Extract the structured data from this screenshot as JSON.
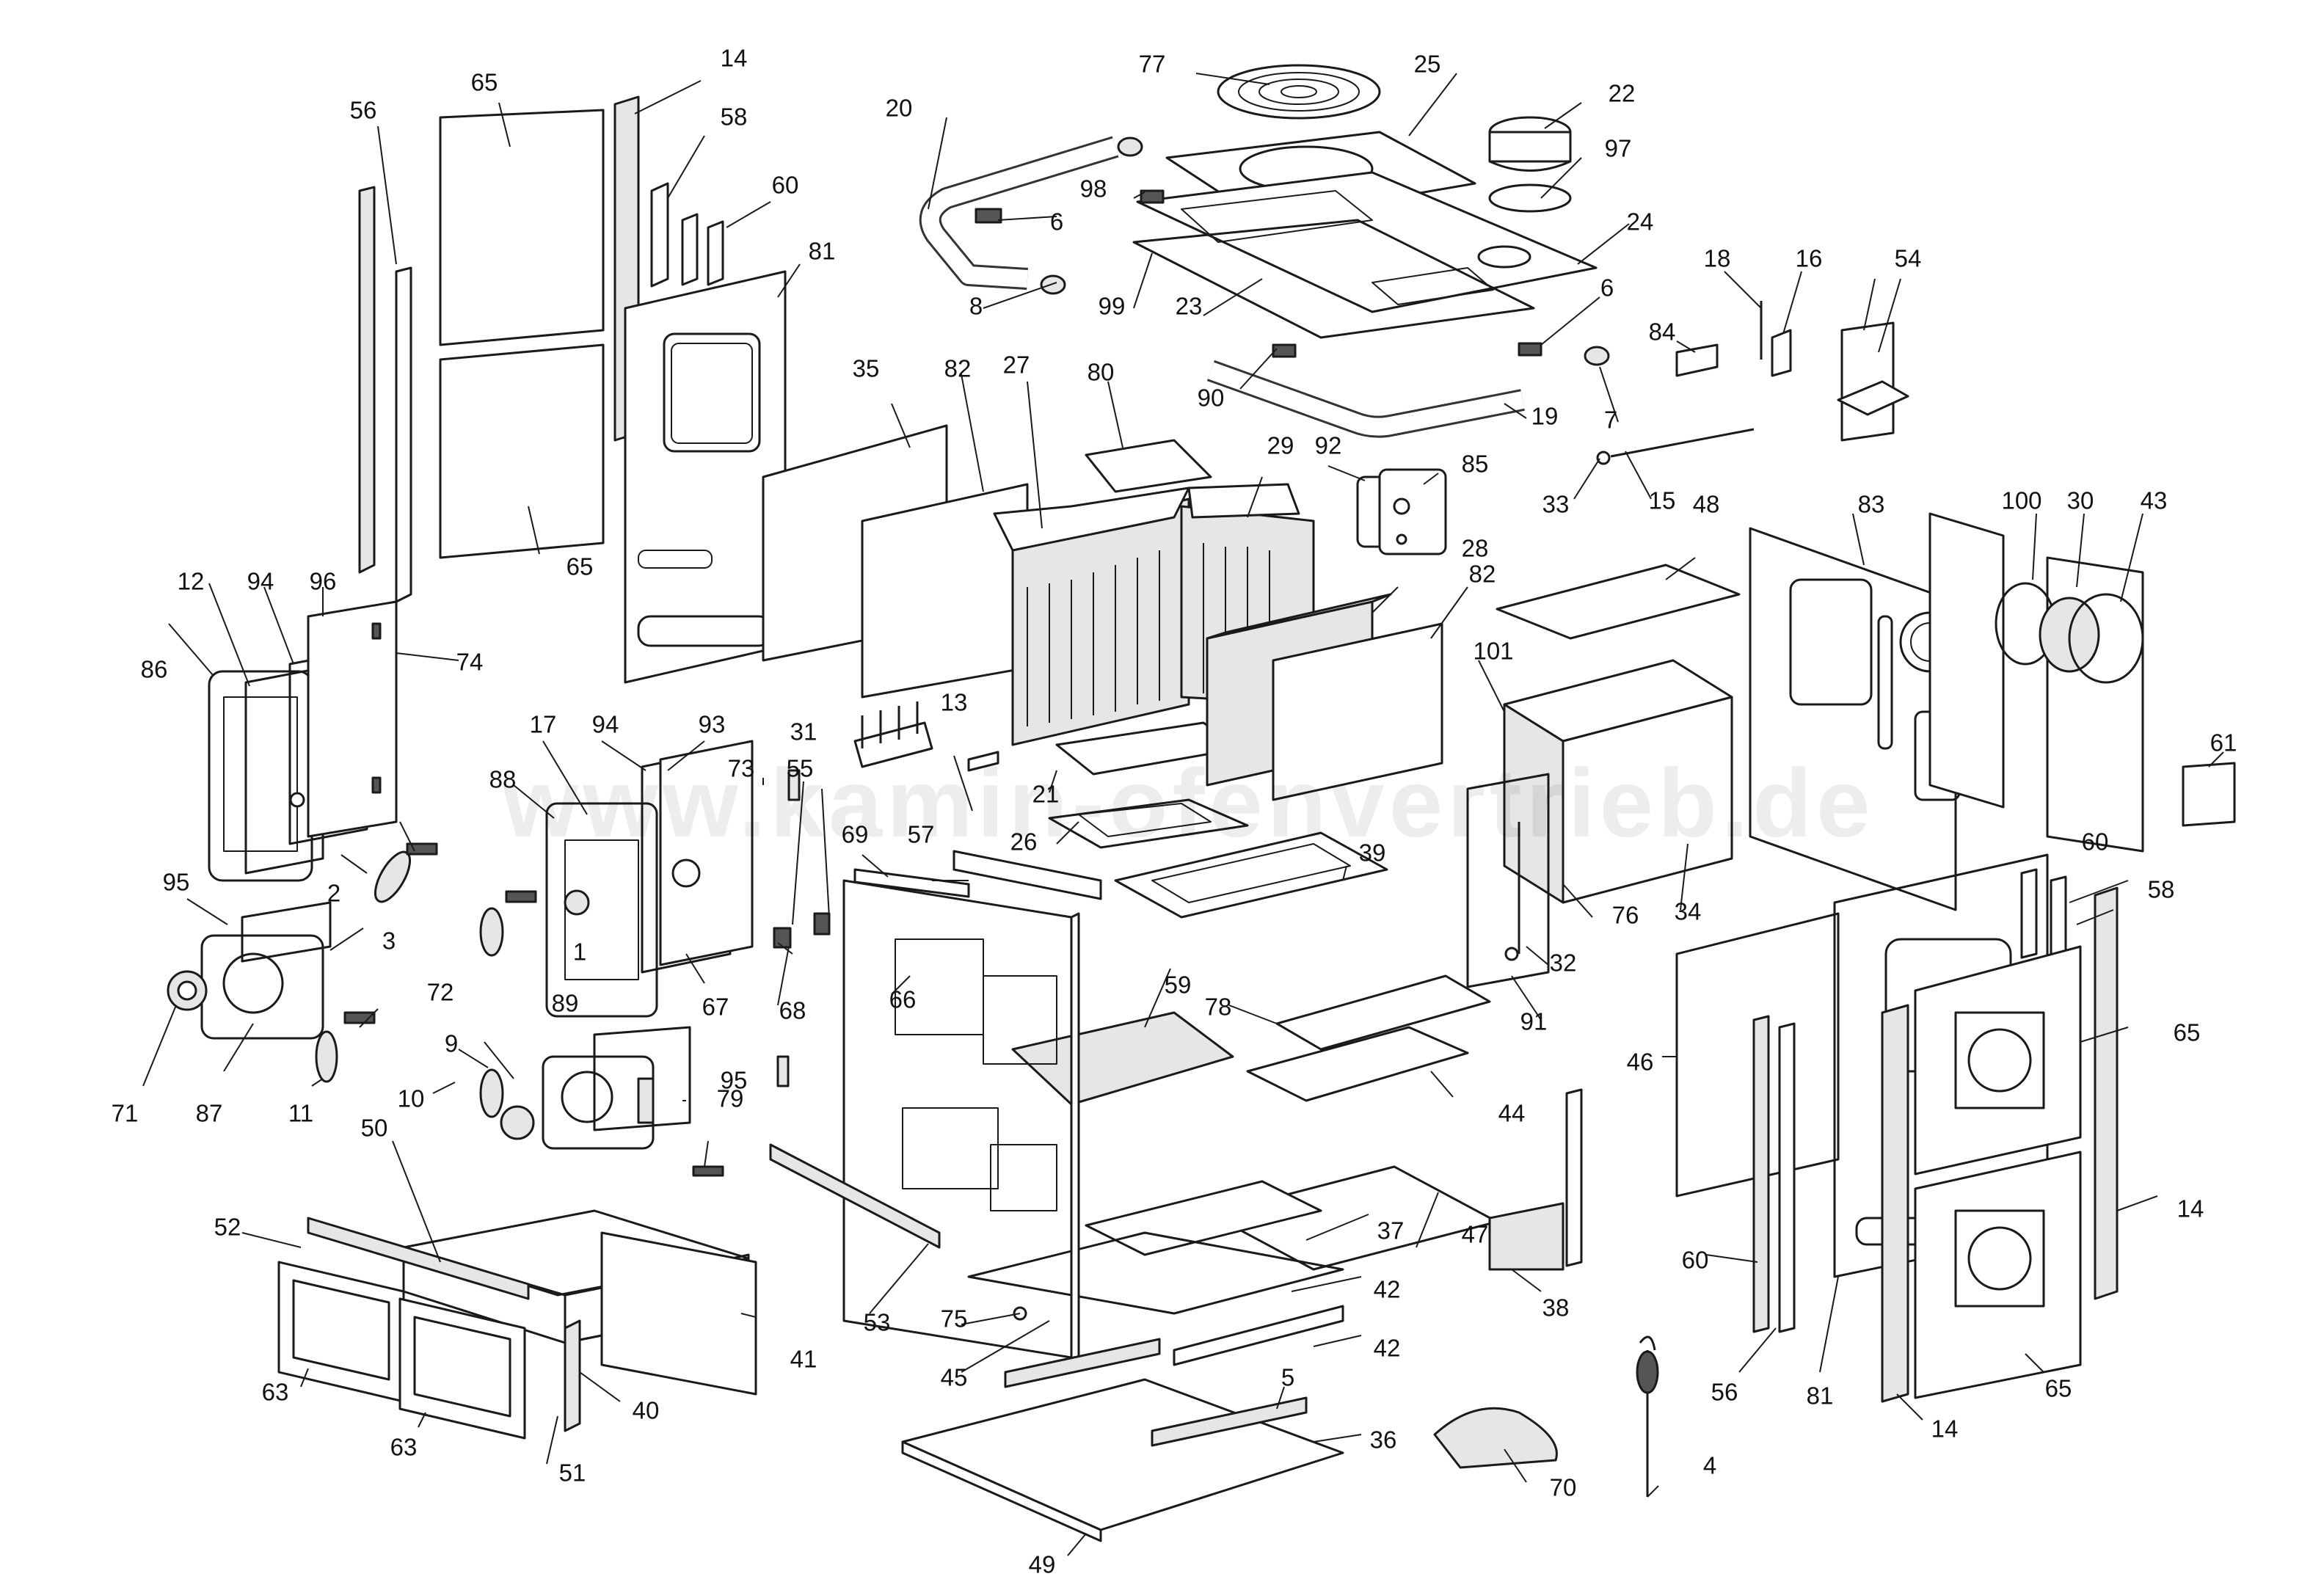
{
  "watermark": "www.kamin-ofenvertrieb.de",
  "parts": [
    {
      "id": "p1",
      "label": "1"
    },
    {
      "id": "p2",
      "label": "2"
    },
    {
      "id": "p3",
      "label": "3"
    },
    {
      "id": "p4",
      "label": "4"
    },
    {
      "id": "p5",
      "label": "5"
    },
    {
      "id": "p6a",
      "label": "6"
    },
    {
      "id": "p6b",
      "label": "6"
    },
    {
      "id": "p7",
      "label": "7"
    },
    {
      "id": "p8",
      "label": "8"
    },
    {
      "id": "p9",
      "label": "9"
    },
    {
      "id": "p10",
      "label": "10"
    },
    {
      "id": "p11",
      "label": "11"
    },
    {
      "id": "p12",
      "label": "12"
    },
    {
      "id": "p13",
      "label": "13"
    },
    {
      "id": "p14a",
      "label": "14"
    },
    {
      "id": "p14b",
      "label": "14"
    },
    {
      "id": "p14c",
      "label": "14"
    },
    {
      "id": "p15",
      "label": "15"
    },
    {
      "id": "p16",
      "label": "16"
    },
    {
      "id": "p17",
      "label": "17"
    },
    {
      "id": "p18",
      "label": "18"
    },
    {
      "id": "p19",
      "label": "19"
    },
    {
      "id": "p20",
      "label": "20"
    },
    {
      "id": "p21",
      "label": "21"
    },
    {
      "id": "p22",
      "label": "22"
    },
    {
      "id": "p23",
      "label": "23"
    },
    {
      "id": "p24",
      "label": "24"
    },
    {
      "id": "p25",
      "label": "25"
    },
    {
      "id": "p26",
      "label": "26"
    },
    {
      "id": "p27",
      "label": "27"
    },
    {
      "id": "p28",
      "label": "28"
    },
    {
      "id": "p29",
      "label": "29"
    },
    {
      "id": "p30",
      "label": "30"
    },
    {
      "id": "p31",
      "label": "31"
    },
    {
      "id": "p32",
      "label": "32"
    },
    {
      "id": "p33",
      "label": "33"
    },
    {
      "id": "p34",
      "label": "34"
    },
    {
      "id": "p35",
      "label": "35"
    },
    {
      "id": "p36",
      "label": "36"
    },
    {
      "id": "p37",
      "label": "37"
    },
    {
      "id": "p38",
      "label": "38"
    },
    {
      "id": "p39",
      "label": "39"
    },
    {
      "id": "p40",
      "label": "40"
    },
    {
      "id": "p41",
      "label": "41"
    },
    {
      "id": "p42a",
      "label": "42"
    },
    {
      "id": "p42b",
      "label": "42"
    },
    {
      "id": "p43",
      "label": "43"
    },
    {
      "id": "p44",
      "label": "44"
    },
    {
      "id": "p45",
      "label": "45"
    },
    {
      "id": "p46",
      "label": "46"
    },
    {
      "id": "p47",
      "label": "47"
    },
    {
      "id": "p48",
      "label": "48"
    },
    {
      "id": "p49",
      "label": "49"
    },
    {
      "id": "p50",
      "label": "50"
    },
    {
      "id": "p51",
      "label": "51"
    },
    {
      "id": "p52",
      "label": "52"
    },
    {
      "id": "p53",
      "label": "53"
    },
    {
      "id": "p54",
      "label": "54"
    },
    {
      "id": "p55",
      "label": "55"
    },
    {
      "id": "p56a",
      "label": "56"
    },
    {
      "id": "p56b",
      "label": "56"
    },
    {
      "id": "p57",
      "label": "57"
    },
    {
      "id": "p58a",
      "label": "58"
    },
    {
      "id": "p58b",
      "label": "58"
    },
    {
      "id": "p59",
      "label": "59"
    },
    {
      "id": "p60a",
      "label": "60"
    },
    {
      "id": "p60b",
      "label": "60"
    },
    {
      "id": "p60c",
      "label": "60"
    },
    {
      "id": "p61",
      "label": "61"
    },
    {
      "id": "p63a",
      "label": "63"
    },
    {
      "id": "p63b",
      "label": "63"
    },
    {
      "id": "p65a",
      "label": "65"
    },
    {
      "id": "p65b",
      "label": "65"
    },
    {
      "id": "p65c",
      "label": "65"
    },
    {
      "id": "p65d",
      "label": "65"
    },
    {
      "id": "p66",
      "label": "66"
    },
    {
      "id": "p67",
      "label": "67"
    },
    {
      "id": "p68",
      "label": "68"
    },
    {
      "id": "p69",
      "label": "69"
    },
    {
      "id": "p70",
      "label": "70"
    },
    {
      "id": "p71",
      "label": "71"
    },
    {
      "id": "p72",
      "label": "72"
    },
    {
      "id": "p73",
      "label": "73"
    },
    {
      "id": "p74",
      "label": "74"
    },
    {
      "id": "p75",
      "label": "75"
    },
    {
      "id": "p76",
      "label": "76"
    },
    {
      "id": "p77",
      "label": "77"
    },
    {
      "id": "p78",
      "label": "78"
    },
    {
      "id": "p79",
      "label": "79"
    },
    {
      "id": "p80",
      "label": "80"
    },
    {
      "id": "p81a",
      "label": "81"
    },
    {
      "id": "p81b",
      "label": "81"
    },
    {
      "id": "p82a",
      "label": "82"
    },
    {
      "id": "p82b",
      "label": "82"
    },
    {
      "id": "p83",
      "label": "83"
    },
    {
      "id": "p84",
      "label": "84"
    },
    {
      "id": "p85",
      "label": "85"
    },
    {
      "id": "p86",
      "label": "86"
    },
    {
      "id": "p87",
      "label": "87"
    },
    {
      "id": "p88",
      "label": "88"
    },
    {
      "id": "p89",
      "label": "89"
    },
    {
      "id": "p90",
      "label": "90"
    },
    {
      "id": "p91",
      "label": "91"
    },
    {
      "id": "p92",
      "label": "92"
    },
    {
      "id": "p93",
      "label": "93"
    },
    {
      "id": "p94a",
      "label": "94"
    },
    {
      "id": "p94b",
      "label": "94"
    },
    {
      "id": "p95a",
      "label": "95"
    },
    {
      "id": "p95b",
      "label": "95"
    },
    {
      "id": "p96",
      "label": "96"
    },
    {
      "id": "p97",
      "label": "97"
    },
    {
      "id": "p98",
      "label": "98"
    },
    {
      "id": "p99",
      "label": "99"
    },
    {
      "id": "p100",
      "label": "100"
    },
    {
      "id": "p101",
      "label": "101"
    }
  ]
}
